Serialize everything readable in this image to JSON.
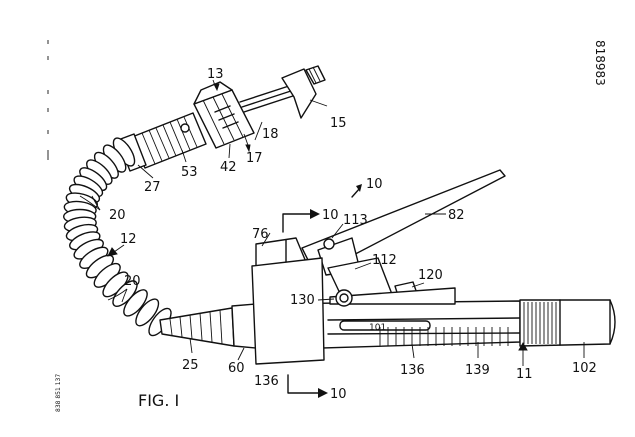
{
  "figure": {
    "caption": "FIG. I",
    "patent_number": "818983",
    "margin_code": "838 851 137"
  },
  "labels": [
    {
      "key": "l13a",
      "text": "13"
    },
    {
      "key": "l15",
      "text": "15"
    },
    {
      "key": "l18",
      "text": "18"
    },
    {
      "key": "l17",
      "text": "17"
    },
    {
      "key": "l42",
      "text": "42"
    },
    {
      "key": "l53",
      "text": "53"
    },
    {
      "key": "l27",
      "text": "27"
    },
    {
      "key": "l20a",
      "text": "20"
    },
    {
      "key": "l12",
      "text": "12"
    },
    {
      "key": "l20b",
      "text": "20"
    },
    {
      "key": "l25",
      "text": "25"
    },
    {
      "key": "l60",
      "text": "60"
    },
    {
      "key": "l10top",
      "text": "10"
    },
    {
      "key": "l10arrow",
      "text": "10"
    },
    {
      "key": "l76",
      "text": "76"
    },
    {
      "key": "l113",
      "text": "113"
    },
    {
      "key": "l82",
      "text": "82"
    },
    {
      "key": "l112",
      "text": "112"
    },
    {
      "key": "l120",
      "text": "120"
    },
    {
      "key": "l130",
      "text": "130"
    },
    {
      "key": "l136a",
      "text": "136"
    },
    {
      "key": "l136b",
      "text": "136"
    },
    {
      "key": "l139",
      "text": "139"
    },
    {
      "key": "l11",
      "text": "11"
    },
    {
      "key": "l102",
      "text": "102"
    },
    {
      "key": "l10bottom",
      "text": "10"
    },
    {
      "key": "l101",
      "text": "101"
    }
  ]
}
